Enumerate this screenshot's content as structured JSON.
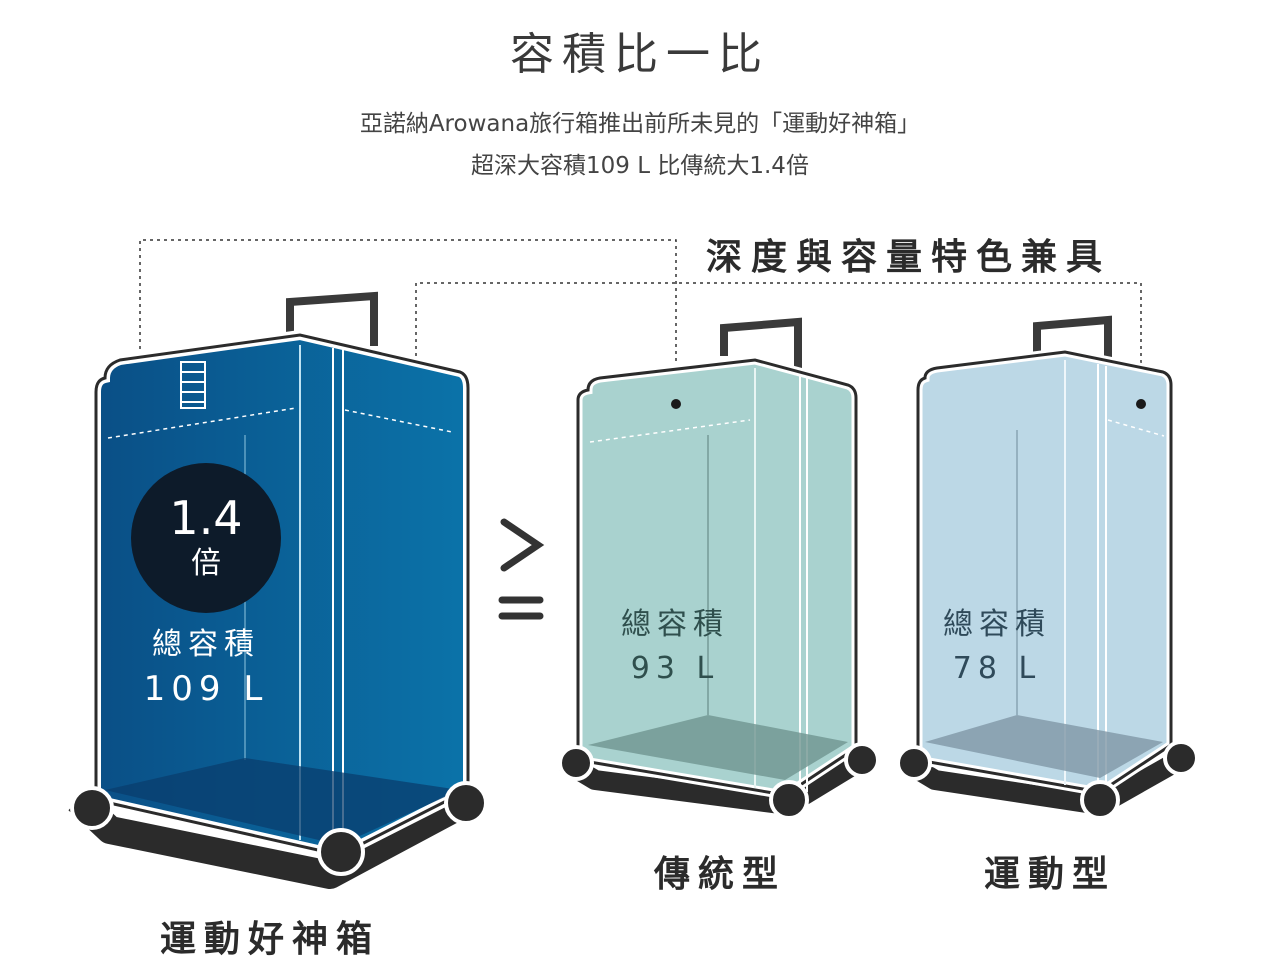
{
  "title": "容積比一比",
  "subtitle_line1": "亞諾納Arowana旅行箱推出前所未見的「運動好神箱」",
  "subtitle_line2": "超深大容積109 L 比傳統大1.4倍",
  "feature_label": "深度與容量特色兼具",
  "ratio_badge": {
    "value": "1.4",
    "unit": "倍"
  },
  "comparison_symbol": "≥",
  "cases": [
    {
      "name": "運動好神箱",
      "volume_label": "總容積",
      "volume_value": "109 L",
      "color": "#0a6fa3"
    },
    {
      "name": "傳統型",
      "volume_label": "總容積",
      "volume_value": "93 L",
      "color": "#a9d2cf"
    },
    {
      "name": "運動型",
      "volume_label": "總容積",
      "volume_value": "78 L",
      "color": "#bcd8e6"
    }
  ],
  "colors": {
    "outline": "#2b2b2b",
    "badge": "#0d1b2a"
  }
}
